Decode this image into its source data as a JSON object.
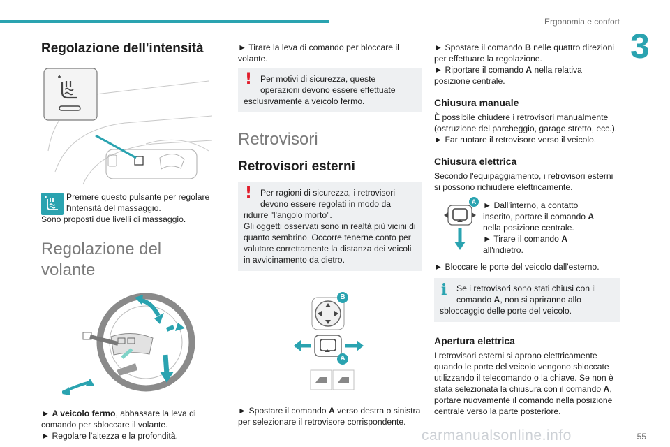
{
  "header": {
    "section": "Ergonomia e confort",
    "chapter": "3",
    "page": "55"
  },
  "watermark": "carmanualsonline.info",
  "col1": {
    "title1": "Regolazione dell'intensità",
    "massage_l1": "Premere questo pulsante per regolare",
    "massage_l2": "l'intensità del massaggio.",
    "massage_l3": "Sono proposti due livelli di massaggio.",
    "title2": "Regolazione del volante",
    "s1_bold": "A veicolo fermo",
    "s1_rest": ", abbassare la leva di",
    "s1_l2": "comando per sbloccare il volante.",
    "s2": "► Regolare l'altezza e la profondità.",
    "arrow": "►"
  },
  "col2": {
    "lock_l1": "► Tirare la leva di comando per bloccare il",
    "lock_l2": "volante.",
    "warn1_l1": "Per motivi di sicurezza, queste",
    "warn1_l2": "operazioni devono essere effettuate",
    "warn1_l3": "esclusivamente a veicolo fermo.",
    "title_mirrors": "Retrovisori",
    "title_ext": "Retrovisori esterni",
    "warn2_l1": "Per ragioni di sicurezza, i retrovisori",
    "warn2_l2": "devono essere regolati in modo da",
    "warn2_l3": "ridurre \"l'angolo morto\".",
    "warn2_l4": "Gli oggetti osservati sono in realtà più vicini di",
    "warn2_l5": "quanto sembrino. Occorre tenerne conto per",
    "warn2_l6": "valutare correttamente la distanza dei veicoli",
    "warn2_l7": "in avvicinamento da dietro.",
    "label_B": "B",
    "label_A": "A",
    "move_l1a": "► Spostare il comando ",
    "move_l1b": "A",
    "move_l1c": " verso destra o sinistra",
    "move_l2": "per selezionare il retrovisore corrispondente."
  },
  "col3": {
    "b_l1a": "► Spostare il comando ",
    "b_l1b": "B",
    "b_l1c": " nelle quattro direzioni",
    "b_l2": "per effettuare la regolazione.",
    "b_l3a": "► Riportare il comando ",
    "b_l3b": "A",
    "b_l3c": " nella relativa",
    "b_l4": "posizione centrale.",
    "h_manual": "Chiusura manuale",
    "man_l1": "È possibile chiudere i retrovisori manualmente",
    "man_l2": "(ostruzione del parcheggio, garage stretto, ecc.).",
    "man_l3": "► Far ruotare il retrovisore verso il veicolo.",
    "h_electric": "Chiusura elettrica",
    "el_l1": "Secondo l'equipaggiamento, i retrovisori esterni",
    "el_l2": "si possono richiudere elettricamente.",
    "el_s1": "► Dall'interno, a contatto",
    "el_s2": "inserito, portare il comando ",
    "el_s2b": "A",
    "el_s3": "nella posizione centrale.",
    "el_s4a": "► Tirare il comando ",
    "el_s4b": "A",
    "el_s5": "all'indietro.",
    "icon_label_A": "A",
    "lock_doors": "► Bloccare le porte del veicolo dall'esterno.",
    "info_l1": "Se i retrovisori sono stati chiusi con il",
    "info_l2a": "comando ",
    "info_l2b": "A",
    "info_l2c": ", non si apriranno allo",
    "info_l3": "sbloccaggio delle porte del veicolo.",
    "h_open": "Apertura elettrica",
    "op_l1": "I retrovisori esterni si aprono elettricamente",
    "op_l2": "quando le porte del veicolo vengono sbloccate",
    "op_l3": "utilizzando il telecomando o la chiave. Se non è",
    "op_l4a": "stata selezionata la chiusura con il comando ",
    "op_l4b": "A",
    "op_l4c": ",",
    "op_l5": "portare nuovamente il comando nella posizione",
    "op_l6": "centrale verso la parte posteriore."
  },
  "colors": {
    "accent": "#2aa3b0",
    "warning": "#e11d2b",
    "note_bg": "#eef0f2"
  }
}
